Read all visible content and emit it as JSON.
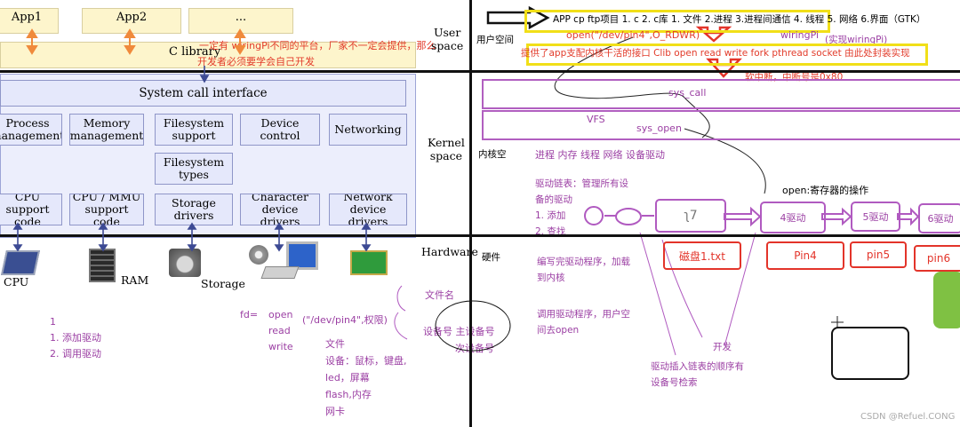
{
  "left": {
    "apps": [
      "App1",
      "App2",
      "..."
    ],
    "c_library": "C library",
    "note_line1": "一定有   wiringPi不同的平台，厂家不一定会提供，那么",
    "note_line2": "开发者必须要学会自己开发",
    "syscall": "System call interface",
    "row1": [
      {
        "l1": "Process",
        "l2": "management"
      },
      {
        "l1": "Memory",
        "l2": "management"
      },
      {
        "l1": "Filesystem",
        "l2": "support"
      },
      {
        "l1": "Device",
        "l2": "control"
      },
      {
        "l1": "Networking",
        "l2": ""
      }
    ],
    "fs_types": {
      "l1": "Filesystem",
      "l2": "types"
    },
    "row3": [
      {
        "l1": "CPU support",
        "l2": "code"
      },
      {
        "l1": "CPU / MMU",
        "l2": "support code"
      },
      {
        "l1": "Storage",
        "l2": "drivers"
      },
      {
        "l1": "Character",
        "l2": "device drivers"
      },
      {
        "l1": "Network",
        "l2": "device drivers"
      }
    ],
    "hw_labels": {
      "cpu": "CPU",
      "ram": "RAM",
      "storage": "Storage"
    },
    "user_space": {
      "l1": "User",
      "l2": "space"
    },
    "kernel_space": {
      "l1": "Kernel",
      "l2": "space"
    },
    "hardware": "Hardware",
    "bottom_list": [
      "1",
      "1. 添加驱动",
      "2. 调用驱动"
    ],
    "fd_label": "fd=",
    "fd_ops": [
      "open",
      "read",
      "write"
    ],
    "fd_path": "(\"/dev/pin4\",权限)",
    "files_list": [
      "文件",
      "设备：鼠标，键盘,",
      "led，屏幕",
      "flash,内存",
      "网卡"
    ],
    "filename": "文件名",
    "dev_no": "设备号 主设备号",
    "minor_no": "次设备号"
  },
  "right": {
    "user_space_label": "用户空间",
    "top_line": "APP  cp ftp项目      1. c  2. c库      1. 文件 2.进程 3.进程间通信 4. 线程 5. 网络   6.界面（GTK）",
    "open_call": "open(\"/dev/pin4\",O_RDWR)",
    "wiringpi": "wiringPi",
    "impl_wiringpi": "(实现wiringPi)",
    "clib_line": "提供了app支配内核干活的接口 Clib  open read write fork pthread socket 由此处封装实现",
    "soft_irq": "软中断，中断号是0x80",
    "sys_call": "sys_call",
    "vfs": "VFS",
    "sys_open": "sys_open",
    "kernel_space_label": "内核空",
    "kernel_items": "进程 内存 线程 网络      设备驱动",
    "driver_chain": [
      "驱动链表：管理所有设",
      "备的驱动",
      "1. 添加",
      "2. 查找"
    ],
    "reg_ops": "open:寄存器的操作",
    "driver_nodes": [
      "4驱动",
      "5驱动",
      "6驱动"
    ],
    "hw_label": "硬件",
    "hw_nodes": [
      "磁盘1.txt",
      "Pin4",
      "pin5",
      "pin6"
    ],
    "write_driver": [
      "编写完驱动程序，加载",
      "到内核"
    ],
    "call_driver": [
      "调用驱动程序，用户空",
      "间去open"
    ],
    "develop": "开发",
    "insert_order": [
      "驱动插入链表的顺序有",
      "设备号检索"
    ],
    "watermark": "CSDN @Refuel.CONG"
  }
}
